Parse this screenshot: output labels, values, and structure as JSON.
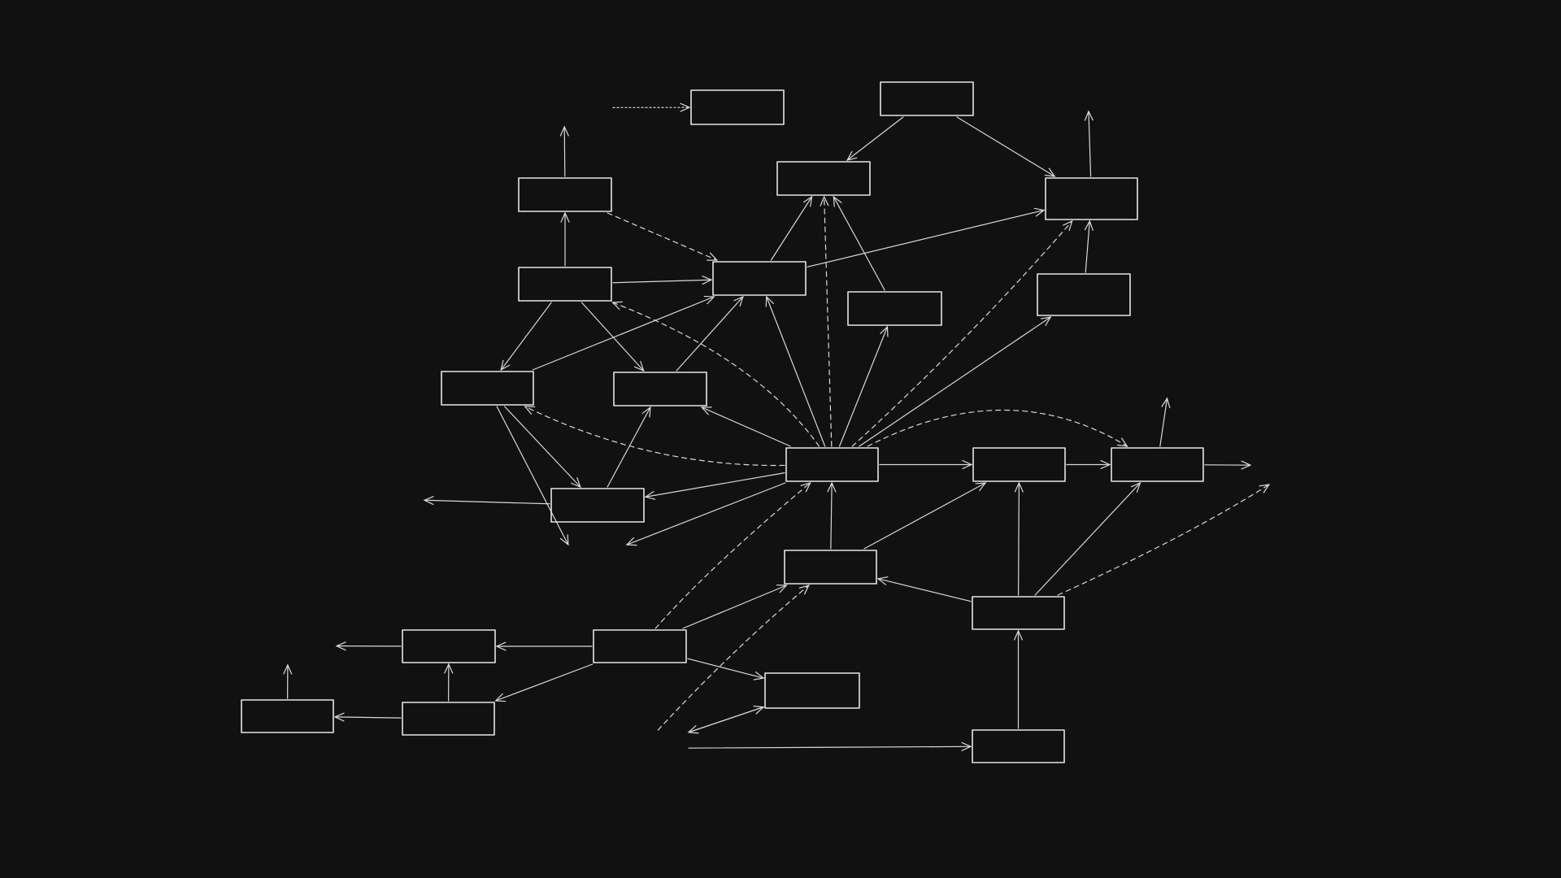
{
  "diagram": {
    "colors": {
      "background": "#111111",
      "stroke": "#e6e6e6",
      "edge": "#d9d9d9",
      "highlight": "#f5b800"
    },
    "nodes": [
      {
        "id": "n1",
        "highlight": true
      },
      {
        "id": "n2",
        "highlight": false
      },
      {
        "id": "n3",
        "highlight": false
      },
      {
        "id": "n4",
        "highlight": true
      },
      {
        "id": "n5",
        "highlight": false
      },
      {
        "id": "n6",
        "highlight": false
      },
      {
        "id": "n7",
        "highlight": false
      },
      {
        "id": "n8",
        "highlight": false
      },
      {
        "id": "n9",
        "highlight": false
      },
      {
        "id": "n10",
        "highlight": false
      },
      {
        "id": "n11",
        "highlight": false
      },
      {
        "id": "n12",
        "highlight": false
      },
      {
        "id": "n13",
        "highlight": false
      },
      {
        "id": "n14",
        "highlight": true
      },
      {
        "id": "n15",
        "highlight": false
      },
      {
        "id": "n16",
        "highlight": false
      },
      {
        "id": "n17",
        "highlight": false
      },
      {
        "id": "n18",
        "highlight": true
      },
      {
        "id": "n19",
        "highlight": true
      },
      {
        "id": "n20",
        "highlight": false
      },
      {
        "id": "n21",
        "highlight": true
      },
      {
        "id": "n22",
        "highlight": false
      },
      {
        "id": "n23",
        "highlight": false
      },
      {
        "id": "n24",
        "highlight": false
      },
      {
        "id": "n25",
        "highlight": true
      },
      {
        "id": "n26",
        "highlight": false
      },
      {
        "id": "n27",
        "highlight": false
      },
      {
        "id": "n28",
        "highlight": false
      },
      {
        "id": "n29",
        "highlight": false
      },
      {
        "id": "n30",
        "highlight": true
      },
      {
        "id": "n31",
        "highlight": false
      },
      {
        "id": "n32",
        "highlight": true
      }
    ],
    "edges": [
      {
        "from": "n1",
        "to": "n2",
        "style": "dotted"
      },
      {
        "from": "n5",
        "to": "n1",
        "style": "solid"
      },
      {
        "from": "n7",
        "to": "n5",
        "style": "solid"
      },
      {
        "from": "n5",
        "to": "n8",
        "style": "dashed"
      },
      {
        "from": "n7",
        "to": "n8",
        "style": "solid"
      },
      {
        "from": "n7",
        "to": "n10",
        "style": "solid"
      },
      {
        "from": "n7",
        "to": "n11",
        "style": "solid"
      },
      {
        "from": "n3",
        "to": "n6",
        "style": "solid"
      },
      {
        "from": "n3",
        "to": "n12",
        "style": "solid"
      },
      {
        "from": "n12",
        "to": "n4",
        "style": "solid"
      },
      {
        "from": "n8",
        "to": "n6",
        "style": "solid"
      },
      {
        "from": "n8",
        "to": "n12",
        "style": "solid"
      },
      {
        "from": "n9",
        "to": "n6",
        "style": "solid"
      },
      {
        "from": "n13",
        "to": "n12",
        "style": "solid"
      },
      {
        "from": "n10",
        "to": "n8",
        "style": "solid"
      },
      {
        "from": "n11",
        "to": "n8",
        "style": "solid"
      },
      {
        "from": "n10",
        "to": "n17",
        "style": "solid"
      },
      {
        "from": "n10",
        "to": "n19",
        "style": "solid"
      },
      {
        "from": "n17",
        "to": "n11",
        "style": "solid"
      },
      {
        "from": "n17",
        "to": "n18",
        "style": "solid"
      },
      {
        "from": "n15",
        "to": "n8",
        "style": "solid"
      },
      {
        "from": "n15",
        "to": "n6",
        "style": "dashed"
      },
      {
        "from": "n15",
        "to": "n9",
        "style": "solid"
      },
      {
        "from": "n15",
        "to": "n7",
        "style": "dashed"
      },
      {
        "from": "n15",
        "to": "n12",
        "style": "dashed"
      },
      {
        "from": "n15",
        "to": "n13",
        "style": "solid"
      },
      {
        "from": "n15",
        "to": "n11",
        "style": "solid"
      },
      {
        "from": "n15",
        "to": "n10",
        "style": "dashed"
      },
      {
        "from": "n15",
        "to": "n17",
        "style": "solid"
      },
      {
        "from": "n15",
        "to": "n19",
        "style": "solid"
      },
      {
        "from": "n15",
        "to": "n16",
        "style": "solid"
      },
      {
        "from": "n15",
        "to": "n23",
        "style": "dashed"
      },
      {
        "from": "n16",
        "to": "n23",
        "style": "solid"
      },
      {
        "from": "n23",
        "to": "n14",
        "style": "solid"
      },
      {
        "from": "n23",
        "to": "n25",
        "style": "solid"
      },
      {
        "from": "n20",
        "to": "n15",
        "style": "solid"
      },
      {
        "from": "n20",
        "to": "n16",
        "style": "solid"
      },
      {
        "from": "n24",
        "to": "n20",
        "style": "solid"
      },
      {
        "from": "n24",
        "to": "n16",
        "style": "solid"
      },
      {
        "from": "n24",
        "to": "n23",
        "style": "solid"
      },
      {
        "from": "n24",
        "to": "n25",
        "style": "dashed"
      },
      {
        "from": "n31",
        "to": "n24",
        "style": "solid"
      },
      {
        "from": "n26",
        "to": "n15",
        "style": "dashed"
      },
      {
        "from": "n26",
        "to": "n20",
        "style": "solid"
      },
      {
        "from": "n26",
        "to": "n28",
        "style": "solid"
      },
      {
        "from": "n26",
        "to": "n29",
        "style": "solid"
      },
      {
        "from": "n26",
        "to": "n27",
        "style": "solid"
      },
      {
        "from": "n28",
        "to": "n21",
        "style": "solid"
      },
      {
        "from": "n29",
        "to": "n28",
        "style": "solid"
      },
      {
        "from": "n29",
        "to": "n22",
        "style": "solid"
      },
      {
        "from": "n22",
        "to": "n21",
        "style": "solid"
      },
      {
        "from": "n30",
        "to": "n20",
        "style": "dashed"
      },
      {
        "from": "n30",
        "to": "n32",
        "style": "solid"
      },
      {
        "from": "n30",
        "to": "n31",
        "style": "solid"
      },
      {
        "from": "n27",
        "to": "n30",
        "style": "solid"
      }
    ]
  }
}
